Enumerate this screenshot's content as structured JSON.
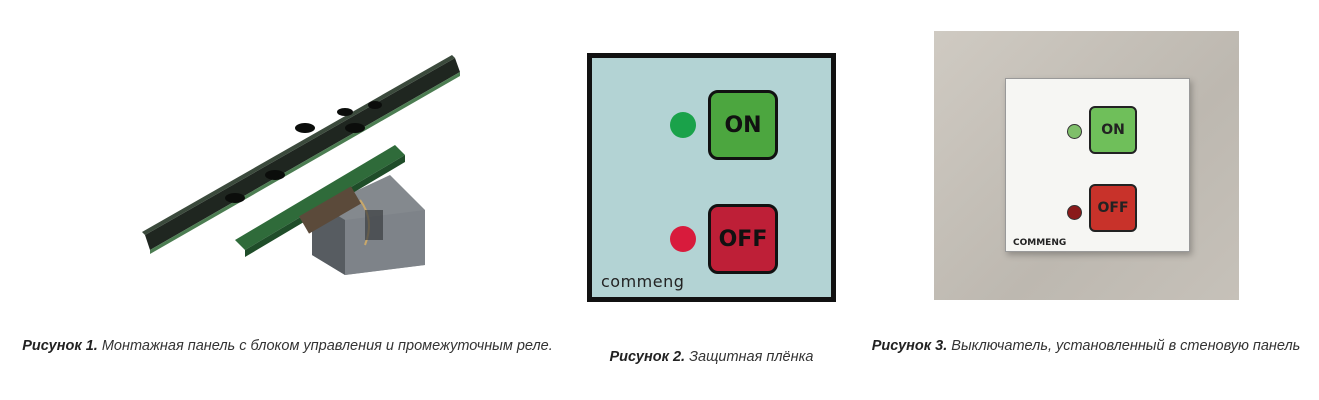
{
  "figure1": {
    "caption_label": "Рисунок 1.",
    "caption_text": " Монтажная панель с блоком управления и промежуточным реле."
  },
  "figure2": {
    "on_label": "ON",
    "off_label": "OFF",
    "brand": "commeng",
    "caption_label": "Рисунок 2.",
    "caption_text": " Защитная плёнка"
  },
  "figure3": {
    "on_label": "ON",
    "off_label": "OFF",
    "brand": "COMMENG",
    "caption_label": "Рисунок 3.",
    "caption_text": " Выключатель, установленный в стеновую панель"
  },
  "colors": {
    "on_green": "#4ca63f",
    "off_red": "#be1f37",
    "led_green": "#1aa24a",
    "led_red": "#d81b3c",
    "film_bg": "#b3d3d4"
  }
}
